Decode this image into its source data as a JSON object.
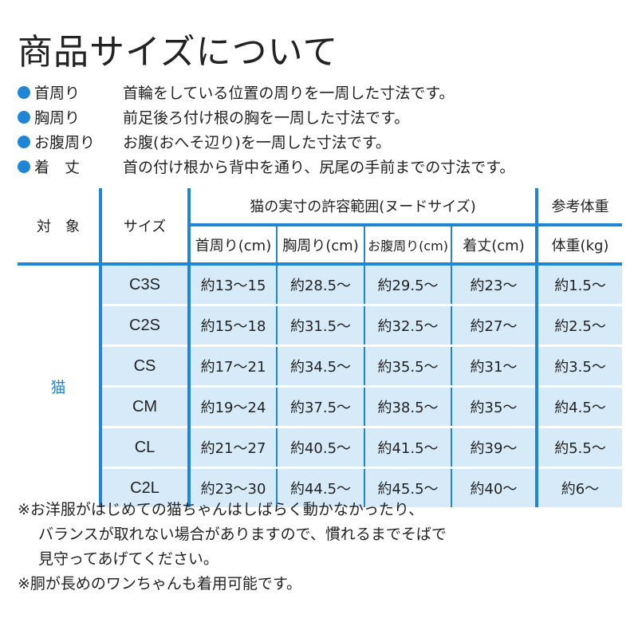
{
  "title": "商品サイズについて",
  "definitions": [
    {
      "label": "首周り",
      "text": "首輪をしている位置の周りを一周した寸法です。"
    },
    {
      "label": "胸周り",
      "text": "前足後ろ付け根の胸を一周した寸法です。"
    },
    {
      "label": "お腹周り",
      "text": "お腹(おへそ辺り)を一周した寸法です。"
    },
    {
      "label": "着　丈",
      "text": "首の付け根から背中を通り、尻尾の手前までの寸法です。"
    }
  ],
  "table": {
    "col_target": "対　象",
    "col_size": "サイズ",
    "group_nude": "猫の実寸の許容範囲(ヌードサイズ)",
    "group_weight": "参考体重",
    "sub_headers": [
      "首周り(cm)",
      "胸周り(cm)",
      "お腹周り(cm)",
      "着丈(cm)",
      "体重(kg)"
    ],
    "category": "猫",
    "rows": [
      {
        "size": "C3S",
        "neck": "約13〜15",
        "chest": "約28.5〜",
        "belly": "約29.5〜",
        "length": "約23〜",
        "weight": "約1.5〜"
      },
      {
        "size": "C2S",
        "neck": "約15〜18",
        "chest": "約31.5〜",
        "belly": "約32.5〜",
        "length": "約27〜",
        "weight": "約2.5〜"
      },
      {
        "size": "CS",
        "neck": "約17〜21",
        "chest": "約34.5〜",
        "belly": "約35.5〜",
        "length": "約31〜",
        "weight": "約3.5〜"
      },
      {
        "size": "CM",
        "neck": "約19〜24",
        "chest": "約37.5〜",
        "belly": "約38.5〜",
        "length": "約35〜",
        "weight": "約4.5〜"
      },
      {
        "size": "CL",
        "neck": "約21〜27",
        "chest": "約40.5〜",
        "belly": "約41.5〜",
        "length": "約39〜",
        "weight": "約5.5〜"
      },
      {
        "size": "C2L",
        "neck": "約23〜30",
        "chest": "約44.5〜",
        "belly": "約45.5〜",
        "length": "約40〜",
        "weight": "約6〜"
      }
    ]
  },
  "notes": [
    "※お洋服がはじめての猫ちゃんはしばらく動かなかったり、",
    "バランスが取れない場合がありますので、慣れるまでそばで",
    "見守ってあげてください。",
    "※胴が長めのワンちゃんも着用可能です。"
  ],
  "colors": {
    "accent": "#1f86d6",
    "cell_fill": "#d7eaf8",
    "text": "#222222"
  }
}
